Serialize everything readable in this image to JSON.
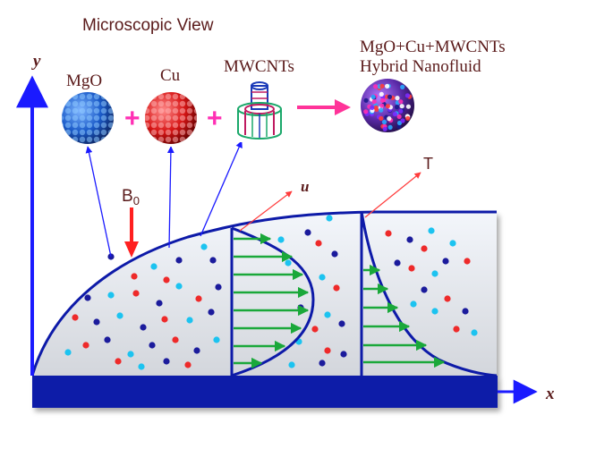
{
  "labels": {
    "microscopic_view": "Microscopic View",
    "mgo": "MgO",
    "cu": "Cu",
    "mwcnts": "MWCNTs",
    "hybrid_line1": "MgO+Cu+MWCNTs",
    "hybrid_line2": "Hybrid Nanofluid",
    "plus": "+",
    "b0_main": "B",
    "b0_sub": "0",
    "u": "u",
    "T": "T",
    "x": "x",
    "y": "y"
  },
  "colors": {
    "axis_blue": "#1a1aff",
    "wall_navy": "#0d1aa8",
    "plus_magenta": "#ff2fb4",
    "arrow_pink": "#ff3399",
    "field_red": "#ff2020",
    "velocity_green": "#1aa83a",
    "label_text": "#5a1a1a",
    "dot_navy": "#1b1b9c",
    "dot_red": "#ee2a2a",
    "dot_cyan": "#1cc3f0",
    "fluid_top": "#f3f6fb",
    "fluid_bottom": "#d3d6dc"
  },
  "icons": {
    "mgo": "mgo-nanoparticle-icon",
    "cu": "cu-nanoparticle-icon",
    "mwcnts": "carbon-nanotube-icon",
    "hybrid": "hybrid-nanoparticle-icon"
  }
}
